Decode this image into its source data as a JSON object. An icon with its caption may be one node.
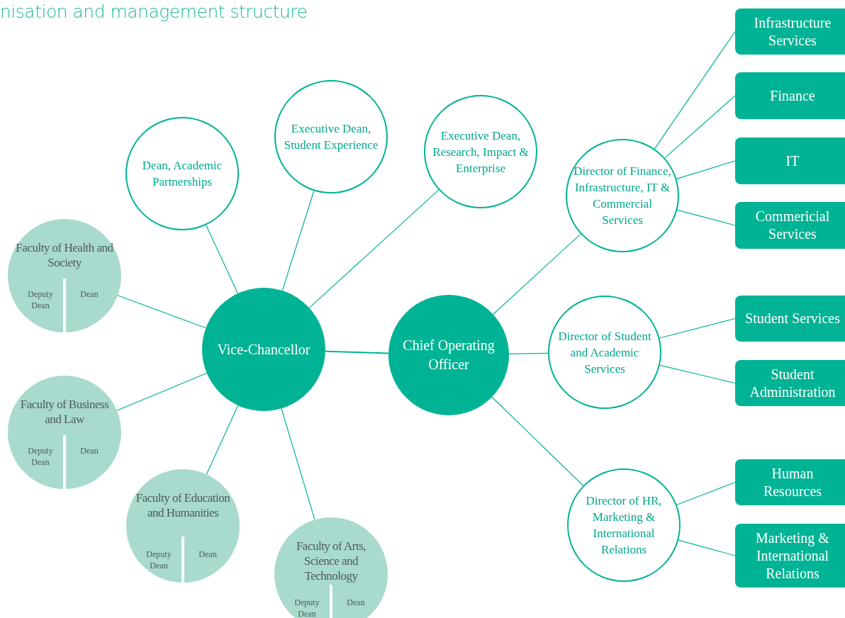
{
  "diagram": {
    "title": "nisation and management structure",
    "nodes": [
      {
        "text": [
          "Vice-Chancellor"
        ]
      },
      {
        "text": [
          "Chief Operating Officer"
        ]
      },
      {
        "text": [
          "Dean, Academic Partnerships"
        ]
      },
      {
        "text": [
          "Executive Dean, Student Experience"
        ]
      },
      {
        "text": [
          "Executive Dean, Research, Impact & Enterprise"
        ]
      },
      {
        "text": [
          "Faculty of Health and Society",
          "Deputy Dean",
          "Dean"
        ]
      },
      {
        "text": [
          "Faculty of Business and Law",
          "Deputy Dean",
          "Dean"
        ]
      },
      {
        "text": [
          "Faculty of Education and Humanities",
          "Deputy Dean",
          "Dean"
        ]
      },
      {
        "text": [
          "Faculty of Arts, Science and Technology",
          "Deputy Dean",
          "Dean"
        ]
      },
      {
        "text": [
          "Director of Finance, Infrastructure, IT & Commercial Services"
        ]
      },
      {
        "text": [
          "Director of Student and Academic Services"
        ]
      },
      {
        "text": [
          "Director of HR, Marketing & International Relations"
        ]
      },
      {
        "text": [
          "Infrastructure Services"
        ]
      },
      {
        "text": [
          "Finance"
        ]
      },
      {
        "text": [
          "IT"
        ]
      },
      {
        "text": [
          "Commericial Services"
        ]
      },
      {
        "text": [
          "Student Services"
        ]
      },
      {
        "text": [
          "Student Administration"
        ]
      },
      {
        "text": [
          "Human Resources"
        ]
      },
      {
        "text": [
          "Marketing & International Relations"
        ]
      }
    ],
    "edges": [
      {
        "from": 0,
        "to": 1,
        "arrow": "none"
      },
      {
        "from": 0,
        "to": 2,
        "arrow": "none"
      },
      {
        "from": 0,
        "to": 3,
        "arrow": "none"
      },
      {
        "from": 0,
        "to": 4,
        "arrow": "none"
      },
      {
        "from": 0,
        "to": 5,
        "arrow": "none"
      },
      {
        "from": 0,
        "to": 6,
        "arrow": "none"
      },
      {
        "from": 0,
        "to": 7,
        "arrow": "none"
      },
      {
        "from": 0,
        "to": 8,
        "arrow": "none"
      },
      {
        "from": 1,
        "to": 9,
        "arrow": "none"
      },
      {
        "from": 1,
        "to": 10,
        "arrow": "none"
      },
      {
        "from": 1,
        "to": 11,
        "arrow": "none"
      },
      {
        "from": 9,
        "to": 12,
        "arrow": "none"
      },
      {
        "from": 9,
        "to": 13,
        "arrow": "none"
      },
      {
        "from": 9,
        "to": 14,
        "arrow": "none"
      },
      {
        "from": 9,
        "to": 15,
        "arrow": "none"
      },
      {
        "from": 10,
        "to": 16,
        "arrow": "none"
      },
      {
        "from": 10,
        "to": 17,
        "arrow": "none"
      },
      {
        "from": 11,
        "to": 18,
        "arrow": "none"
      },
      {
        "from": 11,
        "to": 19,
        "arrow": "none"
      }
    ]
  }
}
